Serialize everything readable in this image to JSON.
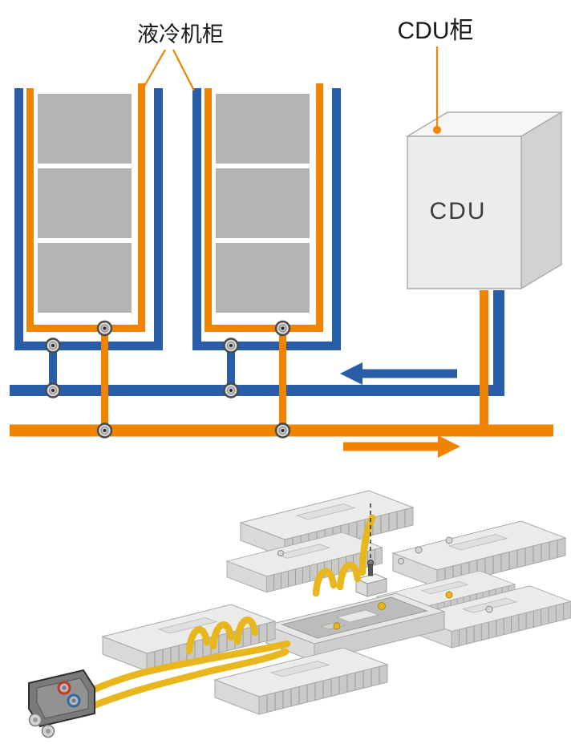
{
  "colors": {
    "blue": "#2a5da8",
    "orange": "#f08300",
    "yellow": "#e8b71e",
    "gray-block": "#b3b3b3",
    "box-front": "#ececea",
    "box-top": "#f6f6f4",
    "box-side": "#d2d2d0",
    "ink": "#1a1a1a"
  },
  "labels": {
    "liquid_cooling_cabinet": "液冷机柜",
    "cdu_cabinet": "CDU柜",
    "cdu_unit": "CDU"
  },
  "flow": {
    "supply_arrow_direction": "left",
    "return_arrow_direction": "right"
  }
}
